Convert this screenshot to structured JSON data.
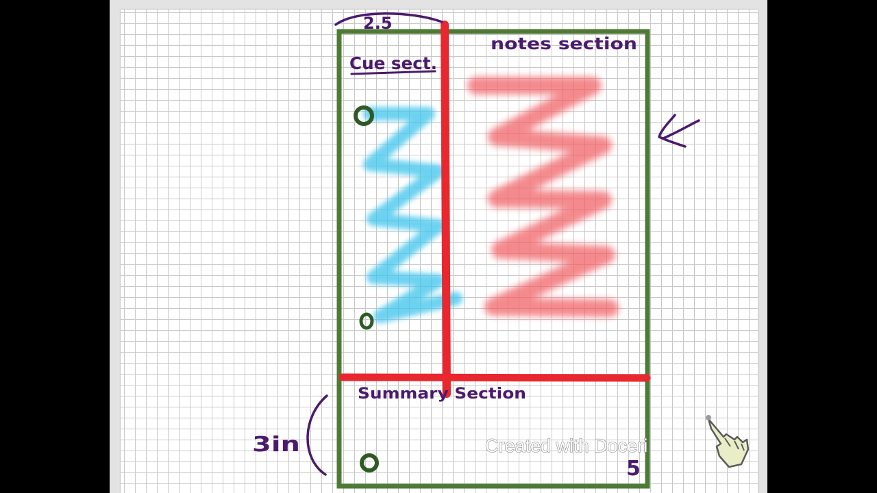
{
  "labels": {
    "cue_width": "2.5",
    "cue_section": "Cue sect.",
    "notes_section": "notes section",
    "summary_section": "Summary Section",
    "summary_height": "3in",
    "page_width": "5"
  },
  "watermark": "Created with Doceri",
  "colors": {
    "frame": "#4e7a36",
    "divider": "#e8272f",
    "cue_scribble": "#3ec4ec",
    "notes_scribble": "#f05a5e",
    "handwriting": "#4b1a6e",
    "hole": "#2f5a26"
  },
  "icons": {
    "arrow": "arrow-pointing-left-icon",
    "hand": "pointing-hand-icon"
  }
}
